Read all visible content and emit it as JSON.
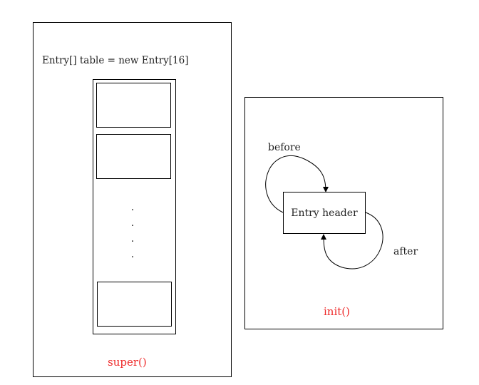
{
  "left_panel": {
    "declaration": "Entry[] table = new Entry[16]",
    "slots": [
      "",
      "",
      ""
    ],
    "ellipsis": [
      ".",
      ".",
      ".",
      "."
    ],
    "caption": "super()"
  },
  "right_panel": {
    "node_label": "Entry header",
    "loop_before_label": "before",
    "loop_after_label": "after",
    "caption": "init()"
  },
  "colors": {
    "caption": "#ee2a2a",
    "line": "#000000"
  }
}
